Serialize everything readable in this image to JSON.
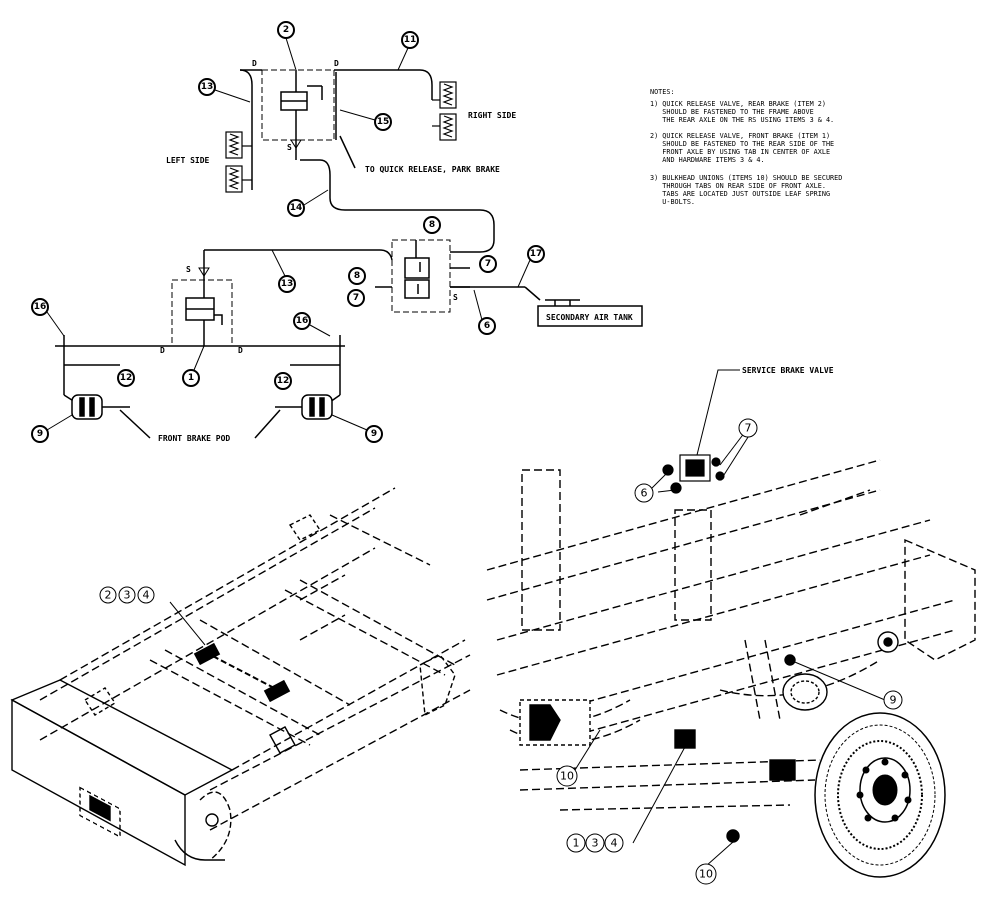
{
  "labels": {
    "right_side": "RIGHT SIDE",
    "left_side": "LEFT SIDE",
    "to_quick_release": "TO QUICK RELEASE, PARK BRAKE",
    "secondary_air_tank": "SECONDARY AIR TANK",
    "front_brake_pod": "FRONT BRAKE POD",
    "service_brake_valve": "SERVICE BRAKE VALVE",
    "port_d": "D",
    "port_s": "S"
  },
  "notes": {
    "title": "NOTES:",
    "lines": [
      "1) QUICK RELEASE VALVE, REAR BRAKE (ITEM 2)",
      "   SHOULD BE FASTENED TO THE FRAME ABOVE",
      "   THE REAR AXLE ON THE RS USING ITEMS 3 & 4.",
      "",
      "2) QUICK RELEASE VALVE, FRONT BRAKE (ITEM 1)",
      "   SHOULD BE FASTENED TO THE REAR SIDE OF THE",
      "   FRONT AXLE BY USING TAB IN CENTER OF AXLE",
      "   AND HARDWARE ITEMS 3 & 4.",
      "",
      "3) BULKHEAD UNIONS (ITEMS 10) SHOULD BE SECURED",
      "   THROUGH TABS ON REAR SIDE OF FRONT AXLE.",
      "   TABS ARE LOCATED JUST OUTSIDE LEAF SPRING",
      "   U-BOLTS."
    ]
  },
  "callouts": {
    "c2": "2",
    "c11": "11",
    "c13a": "13",
    "c15": "15",
    "c14": "14",
    "c8a": "8",
    "c7a": "7",
    "c17": "17",
    "c13b": "13",
    "c8b": "8",
    "c7b": "7",
    "c6a": "6",
    "c16a": "16",
    "c16b": "16",
    "c12a": "12",
    "c12b": "12",
    "c1": "1",
    "c9a": "9",
    "c9b": "9",
    "g2": "2",
    "g3": "3",
    "g4": "4",
    "r7": "7",
    "r6": "6",
    "r9": "9",
    "r10a": "10",
    "r1": "1",
    "r3": "3",
    "r4": "4",
    "r10b": "10"
  }
}
